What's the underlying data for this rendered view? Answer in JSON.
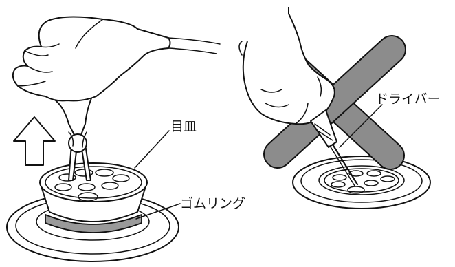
{
  "labels": {
    "plate": "目皿",
    "rubber_ring": "ゴムリング",
    "screwdriver": "ドライバー"
  },
  "colors": {
    "line": "#111111",
    "cross": "#8c8c8c",
    "ring": "#9a9a9a",
    "background": "#ffffff"
  },
  "icons": {
    "arrow": "up-arrow-icon",
    "prohibited": "x-mark-icon"
  }
}
